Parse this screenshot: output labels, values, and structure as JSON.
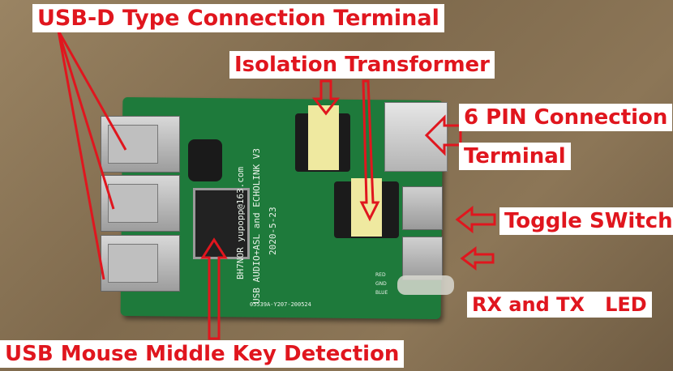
{
  "annotations": {
    "usb_terminal": "USB-D Type Connection Terminal",
    "isolation_transformer": "Isolation Transformer",
    "six_pin_line1": "6 PIN Connection",
    "six_pin_line2": "Terminal",
    "toggle_switch": "Toggle SWitch",
    "rx_tx_led": "RX and TX   LED",
    "mouse_key_detection": "USB Mouse Middle Key Detection"
  },
  "silkscreen": {
    "line1": "BH7NOR yupopp@163.com",
    "line2": "USB AUDIO+ASL and ECHOLINK V3",
    "line3": "2020-5-23",
    "board_code": "05539A-Y207-200524",
    "led_labels": [
      "RED",
      "GND",
      "BLUE"
    ]
  },
  "colors": {
    "annotation": "#e0161e",
    "pcb": "#1e7a3b"
  }
}
